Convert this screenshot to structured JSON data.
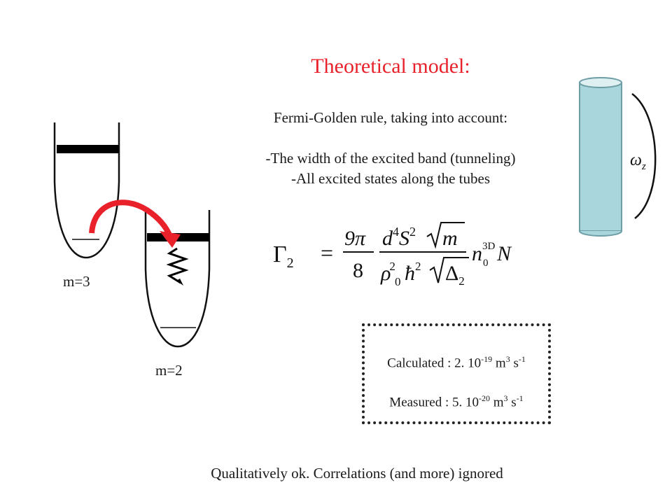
{
  "slide": {
    "title": "Theoretical model:",
    "subtitle": "Fermi-Golden rule, taking into account:",
    "bullets": [
      "-The width of the excited band (tunneling)",
      "-All excited states along the tubes"
    ],
    "wells": {
      "left_label": "m=3",
      "right_label": "m=2"
    },
    "omega_label": "ω",
    "omega_sub": "z",
    "formula": {
      "lhs": "Γ",
      "lhs_sub": "2",
      "coef_num": "9π",
      "coef_den": "8",
      "num_d": "d",
      "num_d_exp": "4",
      "num_S": "S",
      "num_S_exp": "2",
      "num_m": "m",
      "den_rho": "ρ",
      "den_rho_sub": "0",
      "den_rho_exp": "2",
      "den_hbar": "ħ",
      "den_hbar_exp": "2",
      "den_delta": "Δ",
      "den_delta_sub": "2",
      "n": "n",
      "n_sub": "0",
      "n_sup": "3D",
      "N": "N"
    },
    "results": {
      "calculated_prefix": "Calculated : 2. 10",
      "calculated_exp": "-19",
      "calculated_unit": " m",
      "calculated_unit_exp": "3",
      "calculated_unit2": " s",
      "calculated_unit2_exp": "-1",
      "measured_prefix": "Measured : 5. 10",
      "measured_exp": "-20",
      "measured_unit": " m",
      "measured_unit_exp": "3",
      "measured_unit2": " s",
      "measured_unit2_exp": "-1"
    },
    "conclusion": "Qualitatively ok. Correlations (and more) ignored"
  },
  "colors": {
    "title": "#e8212a",
    "arrow": "#e8212a",
    "tube_fill": "#a8d6dc",
    "tube_stroke": "#6e9ea5",
    "tube_top": "#dff0f2",
    "band": "#000000"
  }
}
